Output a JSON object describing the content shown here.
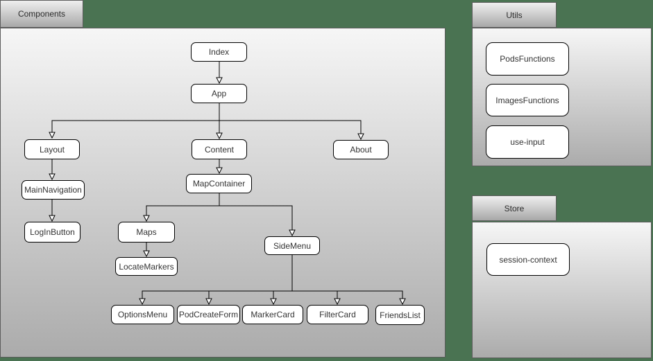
{
  "canvas": {
    "background_color": "#4a7352",
    "panel_gradient_top": "#f6f6f6",
    "panel_gradient_bottom": "#ababab",
    "panel_border_color": "#5c5c5c",
    "node_fill": "#ffffff",
    "node_border_color": "#000000"
  },
  "panels": {
    "components": {
      "title": "Components"
    },
    "utils": {
      "title": "Utils"
    },
    "store": {
      "title": "Store"
    }
  },
  "nodes": {
    "index": "Index",
    "app": "App",
    "layout": "Layout",
    "content": "Content",
    "about": "About",
    "main_navigation": "MainNavigation",
    "map_container": "MapContainer",
    "login_button": "LogInButton",
    "maps": "Maps",
    "side_menu": "SideMenu",
    "locate_markers": "LocateMarkers",
    "options_menu": "OptionsMenu",
    "pod_create_form": "PodCreateForm",
    "marker_card": "MarkerCard",
    "filter_card": "FilterCard",
    "friends_list": "FriendsList",
    "pods_functions": "PodsFunctions",
    "images_functions": "ImagesFunctions",
    "use_input": "use-input",
    "session_context": "session-context"
  },
  "edges": [
    {
      "from": "Index",
      "to": "App"
    },
    {
      "from": "App",
      "to": "Layout"
    },
    {
      "from": "App",
      "to": "Content"
    },
    {
      "from": "App",
      "to": "About"
    },
    {
      "from": "Layout",
      "to": "MainNavigation"
    },
    {
      "from": "MainNavigation",
      "to": "LogInButton"
    },
    {
      "from": "Content",
      "to": "MapContainer"
    },
    {
      "from": "MapContainer",
      "to": "Maps"
    },
    {
      "from": "MapContainer",
      "to": "SideMenu"
    },
    {
      "from": "Maps",
      "to": "LocateMarkers"
    },
    {
      "from": "SideMenu",
      "to": "OptionsMenu"
    },
    {
      "from": "SideMenu",
      "to": "PodCreateForm"
    },
    {
      "from": "SideMenu",
      "to": "MarkerCard"
    },
    {
      "from": "SideMenu",
      "to": "FilterCard"
    },
    {
      "from": "SideMenu",
      "to": "FriendsList"
    }
  ]
}
